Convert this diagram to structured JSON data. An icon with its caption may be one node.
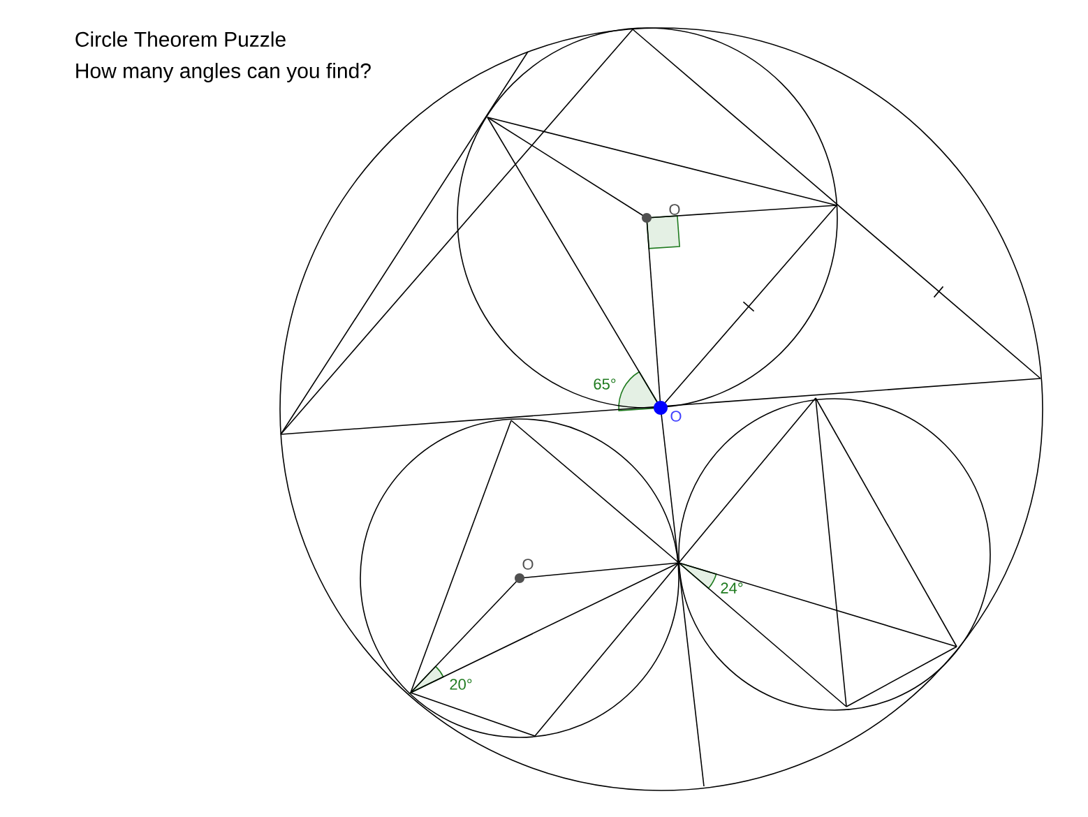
{
  "diagram": {
    "title": "Circle Theorem Puzzle",
    "labels": [
      "How many angles can you find?",
      "O",
      "O",
      "O",
      "65°",
      "24°",
      "20°"
    ]
  }
}
